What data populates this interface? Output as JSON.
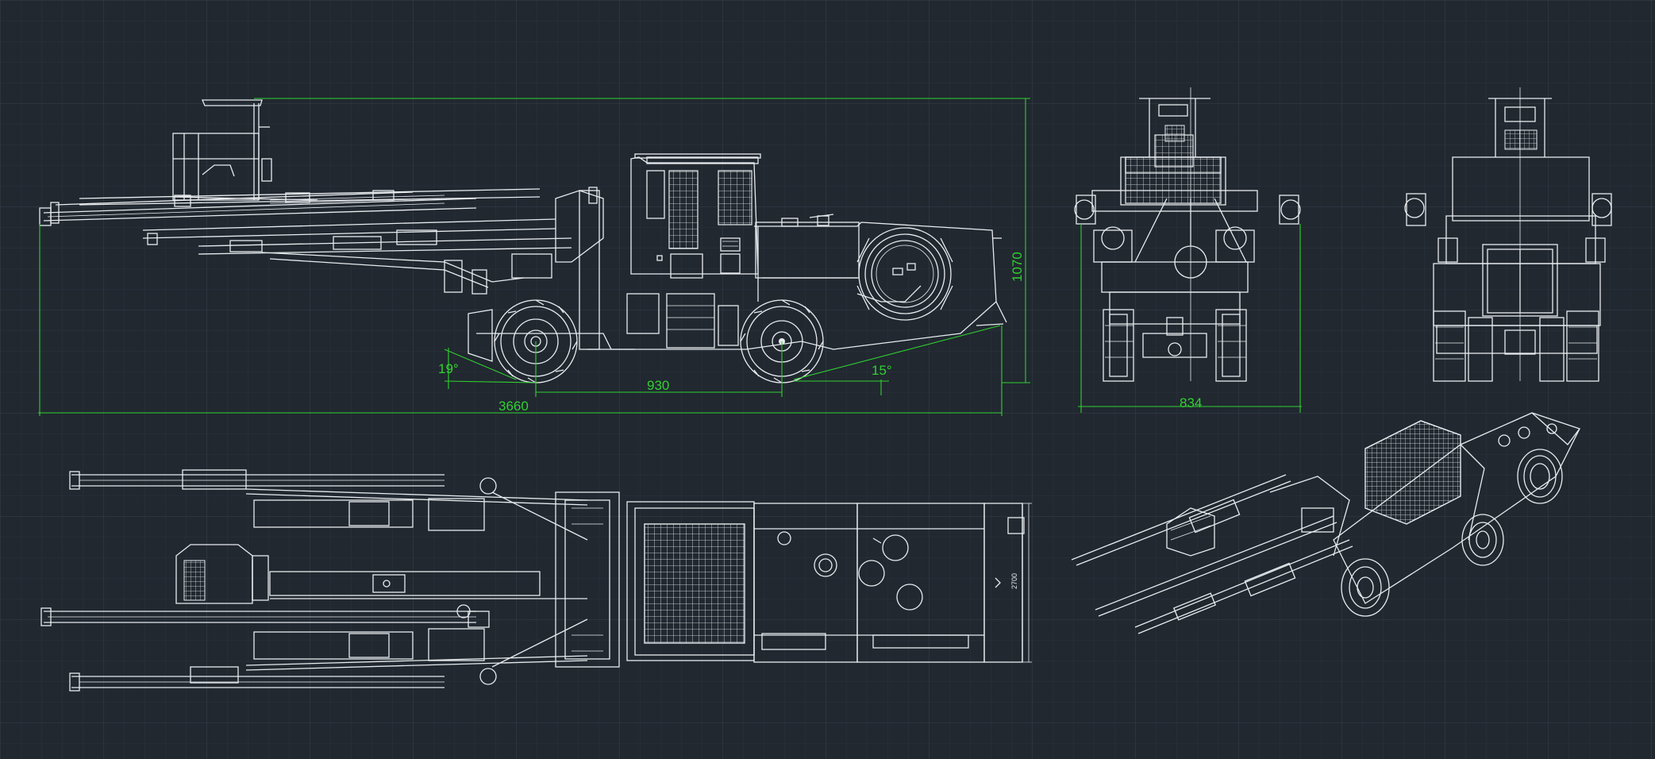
{
  "colors": {
    "background": "#212830",
    "grid_minor": "#2a323b",
    "grid_major": "#323b45",
    "linework": "#e8ecef",
    "dimension": "#2fd12f"
  },
  "dimensions": {
    "overall_length": "3660",
    "wheelbase": "930",
    "height": "1070",
    "width": "834",
    "approach_angle": "19°",
    "departure_angle": "15°",
    "plan_width_label": "2700"
  }
}
